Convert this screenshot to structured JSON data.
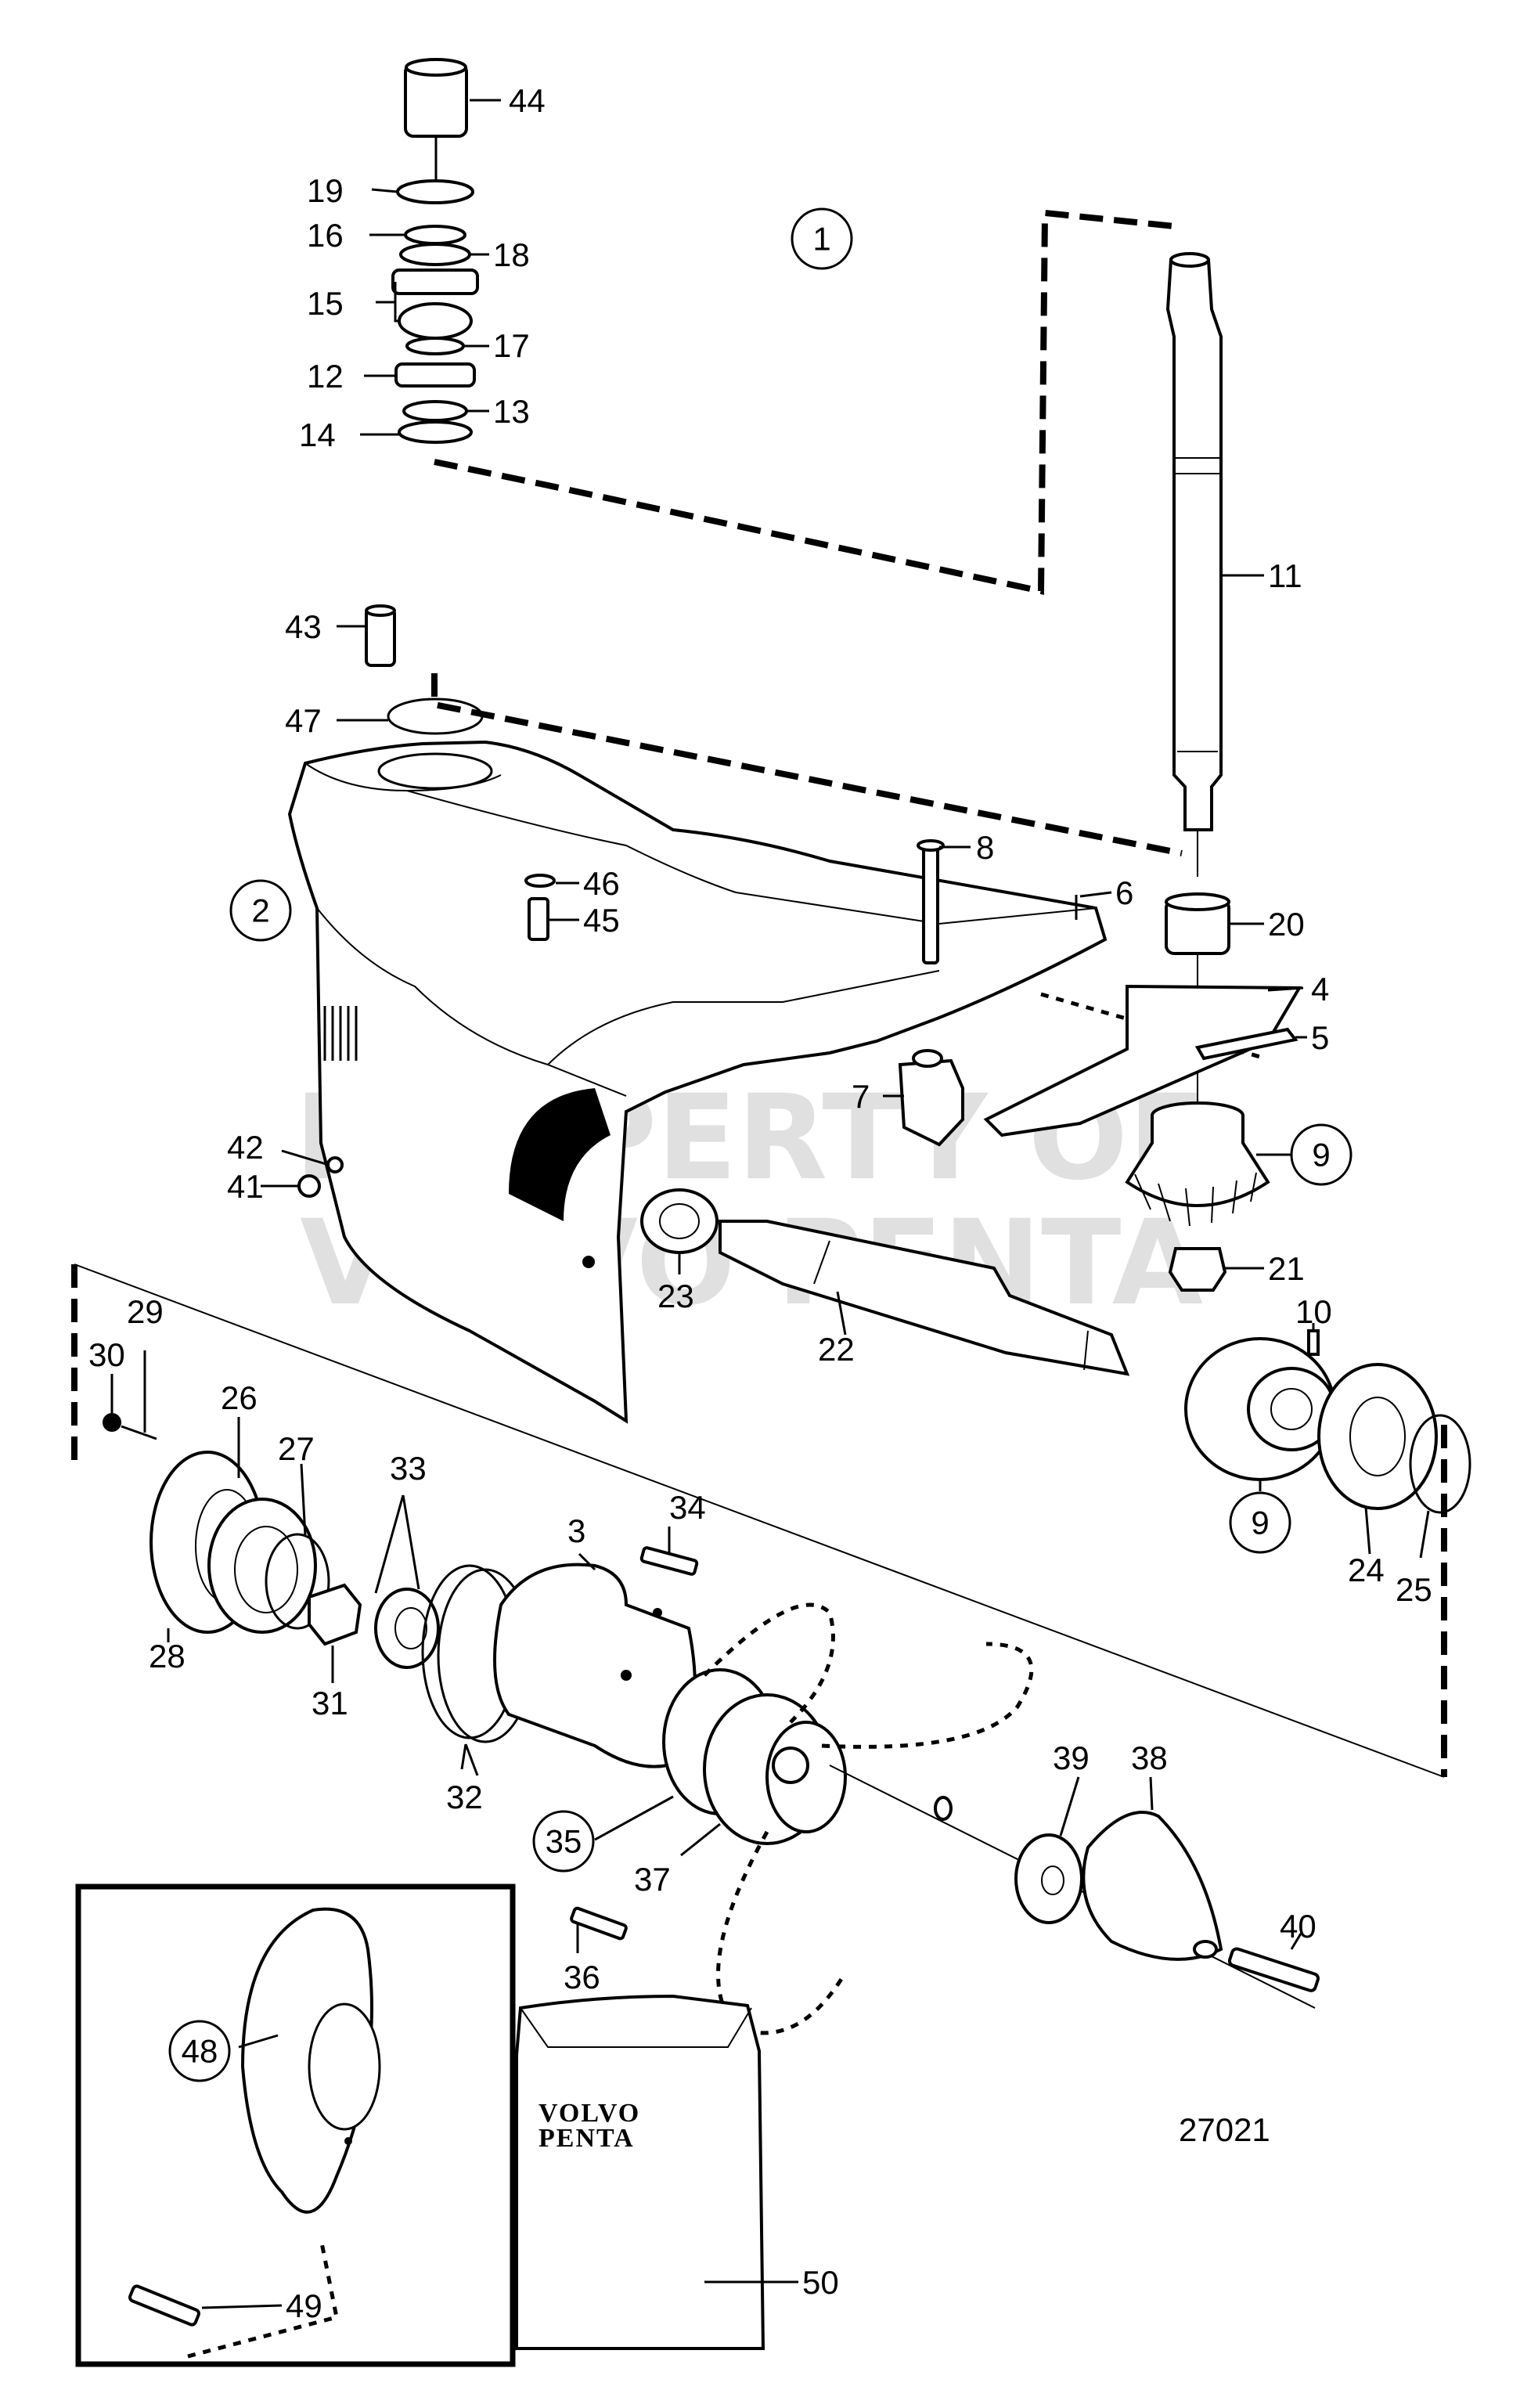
{
  "diagram_id": "27021",
  "brand": {
    "line1": "VOLVO",
    "line2": "PENTA"
  },
  "watermark": {
    "line1": "PROPERTY OF",
    "line2": "VOLVO PENTA"
  },
  "parts": {
    "p1": "1",
    "p2": "2",
    "p3": "3",
    "p4": "4",
    "p5": "5",
    "p6": "6",
    "p7": "7",
    "p8": "8",
    "p9": "9",
    "p10": "10",
    "p11": "11",
    "p12": "12",
    "p13": "13",
    "p14": "14",
    "p15": "15",
    "p16": "16",
    "p17": "17",
    "p18": "18",
    "p19": "19",
    "p20": "20",
    "p21": "21",
    "p22": "22",
    "p23": "23",
    "p24": "24",
    "p25": "25",
    "p26": "26",
    "p27": "27",
    "p28": "28",
    "p29": "29",
    "p30": "30",
    "p31": "31",
    "p32": "32",
    "p33": "33",
    "p34": "34",
    "p35": "35",
    "p36": "36",
    "p37": "37",
    "p38": "38",
    "p39": "39",
    "p40": "40",
    "p41": "41",
    "p42": "42",
    "p43": "43",
    "p44": "44",
    "p45": "45",
    "p46": "46",
    "p47": "47",
    "p48": "48",
    "p49": "49",
    "p50": "50"
  },
  "colors": {
    "line": "#000000",
    "background": "#ffffff",
    "watermark": "#c8c8c8"
  }
}
